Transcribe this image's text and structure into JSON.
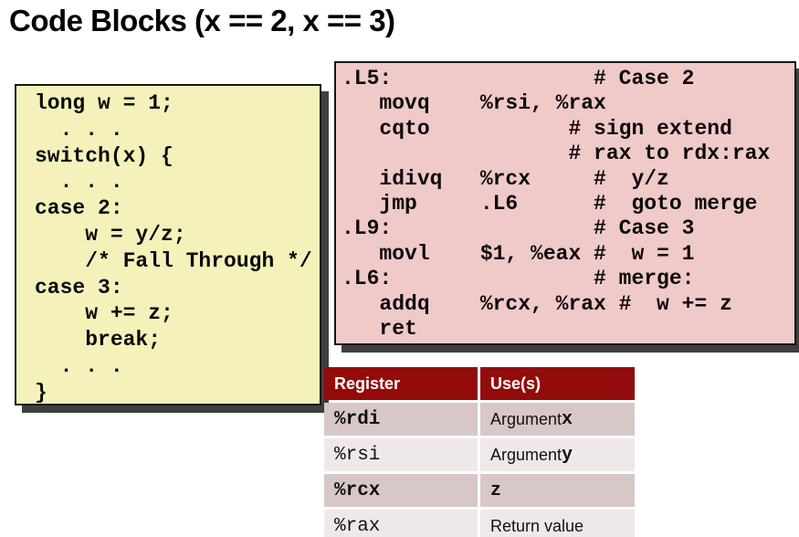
{
  "slide": {
    "title": "Code Blocks (x == 2, x == 3)"
  },
  "c_code": {
    "lines": [
      "long w = 1;",
      "  . . .",
      "switch(x) {",
      "  . . .",
      "case 2:",
      "    w = y/z;",
      "    /* Fall Through */",
      "case 3:",
      "    w += z;",
      "    break;",
      "  . . .",
      "}"
    ]
  },
  "asm_code": {
    "lines": [
      ".L5:                # Case 2",
      "   movq    %rsi, %rax",
      "   cqto           # sign extend",
      "                  # rax to rdx:rax",
      "   idivq   %rcx     #  y/z",
      "   jmp     .L6      #  goto merge",
      ".L9:                # Case 3",
      "   movl    $1, %eax #  w = 1",
      ".L6:                # merge:",
      "   addq    %rcx, %rax #  w += z",
      "   ret"
    ]
  },
  "register_table": {
    "headers": [
      "Register",
      "Use(s)"
    ],
    "rows": [
      {
        "register": "%rdi",
        "register_bold": true,
        "use_prefix": "Argument ",
        "use_var": "x"
      },
      {
        "register": "%rsi",
        "register_bold": false,
        "use_prefix": "Argument ",
        "use_var": "y"
      },
      {
        "register": "%rcx",
        "register_bold": true,
        "use_prefix": "",
        "use_var": "z"
      },
      {
        "register": "%rax",
        "register_bold": false,
        "use_prefix": "Return value",
        "use_var": ""
      }
    ]
  },
  "colors": {
    "c_box_bg": "#F4F2BA",
    "asm_box_bg": "#F0C9C9",
    "box_border": "#161616",
    "shadow": "#3F3F3F",
    "table_header_bg": "#930B0B",
    "table_header_text": "#FFFFFF",
    "row_dark": "#D8C7C7",
    "row_light": "#EFE8E8"
  }
}
